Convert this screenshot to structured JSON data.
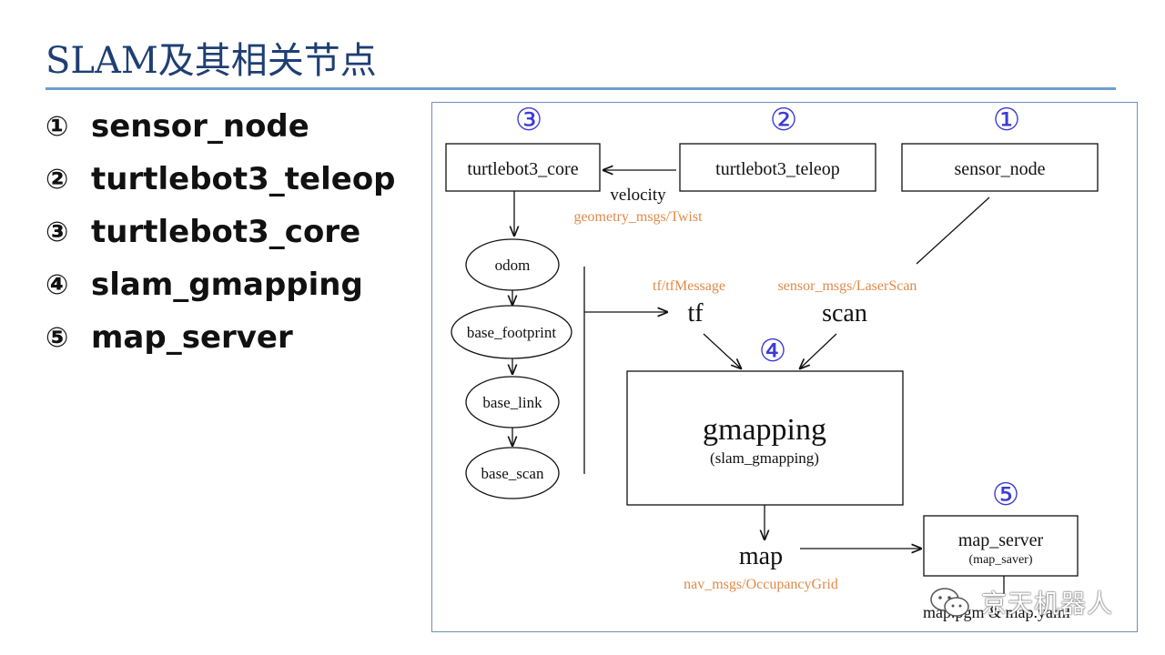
{
  "title": "SLAM及其相关节点",
  "node_list": [
    {
      "num": "①",
      "label": "sensor_node"
    },
    {
      "num": "②",
      "label": "turtlebot3_teleop"
    },
    {
      "num": "③",
      "label": "turtlebot3_core"
    },
    {
      "num": "④",
      "label": "slam_gmapping"
    },
    {
      "num": "⑤",
      "label": "map_server"
    }
  ],
  "diagram": {
    "markers": {
      "m1": "①",
      "m2": "②",
      "m3": "③",
      "m4": "④",
      "m5": "⑤"
    },
    "boxes": {
      "core": "turtlebot3_core",
      "teleop": "turtlebot3_teleop",
      "sensor": "sensor_node",
      "gmapping": "gmapping",
      "gmapping_sub": "(slam_gmapping)",
      "map_server": "map_server",
      "map_server_sub": "(map_saver)"
    },
    "frames": [
      "odom",
      "base_footprint",
      "base_link",
      "base_scan"
    ],
    "labels": {
      "velocity": "velocity",
      "geometry": "geometry_msgs/Twist",
      "tf_msg": "tf/tfMessage",
      "laser_msg": "sensor_msgs/LaserScan",
      "tf": "tf",
      "scan": "scan",
      "map": "map",
      "occupancy": "nav_msgs/OccupancyGrid",
      "map_files": "map.pgm & map.yaml"
    },
    "colors": {
      "marker": "#3b3bd6",
      "msg_type": "#e08a4a",
      "line": "#111111"
    }
  },
  "watermark": {
    "text": "京天机器人",
    "icon": "wechat-icon"
  }
}
